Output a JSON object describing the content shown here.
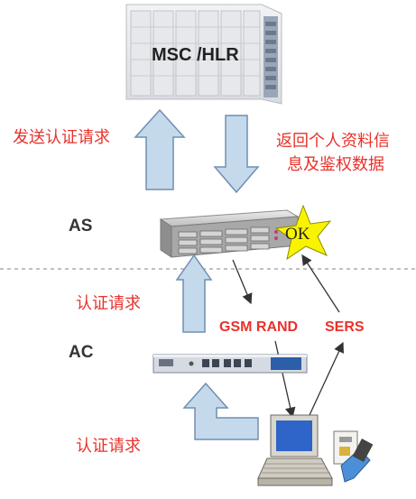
{
  "nodes": {
    "server": {
      "label": "MSC /HLR"
    },
    "as": {
      "label": "AS",
      "badge": "OK"
    },
    "ac": {
      "label": "AC"
    }
  },
  "edges": {
    "send_auth": "发送认证请求",
    "return_line1": "返回个人资料信",
    "return_line2": "息及鉴权数据",
    "auth_req_upper": "认证请求",
    "auth_req_lower": "认证请求",
    "gsm_rand": "GSM RAND",
    "sers": "SERS"
  },
  "colors": {
    "arrow_fill": "#c5d9ec",
    "arrow_stroke": "#6f8fb0",
    "red_text": "#e8322b",
    "star": "#f8f400",
    "divider": "#9a9a9a"
  },
  "icons": {
    "server": "server-rack-icon",
    "as_device": "rack-server-icon",
    "ac_device": "network-switch-icon",
    "laptop": "laptop-icon",
    "sim": "sim-card-icon"
  }
}
